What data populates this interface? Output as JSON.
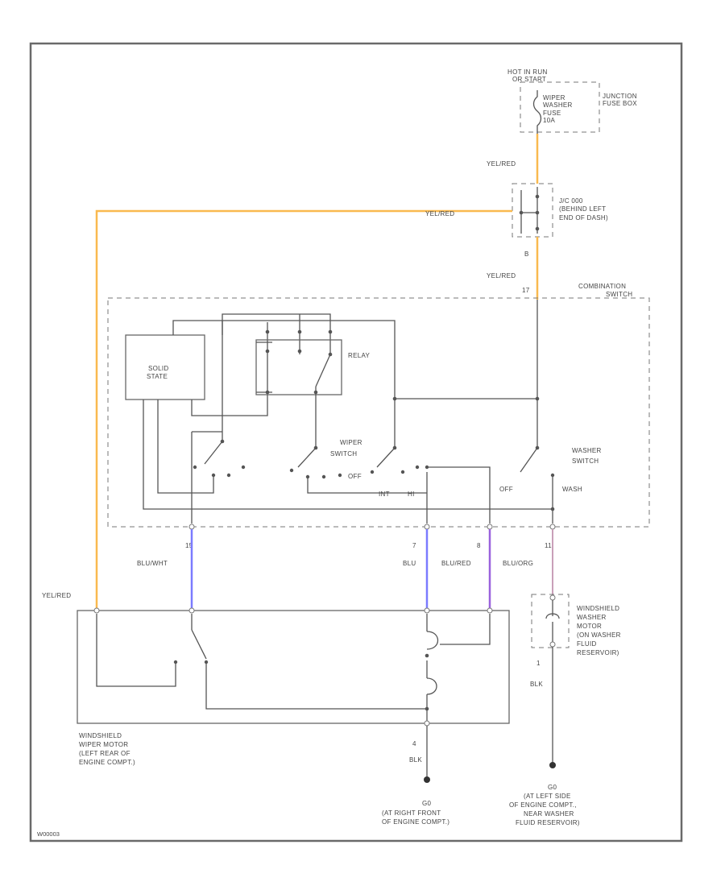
{
  "colors": {
    "yel_red": "#f9b94f",
    "blu_wht": "#7b7bff",
    "blu": "#7b7bff",
    "blu_red": "#9a62dd",
    "blu_org": "#c9a0b9",
    "frame": "#6a6a6a",
    "line": "#555555"
  },
  "labels": {
    "hot_in_run": [
      "HOT IN RUN",
      "OR START"
    ],
    "fuse": [
      "WIPER",
      "WASHER",
      "FUSE",
      "10A"
    ],
    "fuse_box": [
      "JUNCTION",
      "FUSE BOX"
    ],
    "jc_label": [
      "J/C 000",
      "(BEHIND LEFT",
      "END OF DASH)"
    ],
    "combination_switch": [
      "COMBINATION",
      "SWITCH"
    ],
    "solid_state": [
      "SOLID",
      "STATE"
    ],
    "relay": "RELAY",
    "wiper_switch": [
      "WIPER",
      "SWITCH"
    ],
    "washer_switch": [
      "WASHER",
      "SWITCH"
    ],
    "off_left": "OFF",
    "off_right": "OFF",
    "int": "INT",
    "hi": "HI",
    "wash": "WASH",
    "washer_motor": [
      "WINDSHIELD",
      "WASHER",
      "MOTOR",
      "(ON WASHER",
      "FLUID",
      "RESERVOIR)"
    ],
    "wiper_motor": [
      "WINDSHIELD",
      "WIPER MOTOR",
      "(LEFT REAR OF",
      "ENGINE COMPT.)"
    ],
    "ground_right_front": [
      "G0",
      "(AT RIGHT FRONT",
      "OF ENGINE COMPT.)"
    ],
    "ground_left_side": [
      "G0",
      "(AT LEFT SIDE",
      "OF ENGINE COMPT.,",
      "NEAR WASHER",
      "FLUID RESERVOIR)"
    ],
    "diagram_id": "W00003"
  },
  "wires": {
    "yel_red_top": "YEL/RED",
    "yel_red_jc": "YEL/RED",
    "yel_red_mid": "YEL/RED",
    "yel_red_motor": "YEL/RED",
    "blu_wht": "BLU/WHT",
    "blu": "BLU",
    "blu_red": "BLU/RED",
    "blu_org": "BLU/ORG",
    "blk_motor": "BLK",
    "blk_washer": "BLK"
  },
  "pins": {
    "jc_b": "B",
    "cs_top": "17",
    "cs_blu_wht": "15",
    "cs_blu": "7",
    "cs_blu_red": "8",
    "cs_blu_org": "11",
    "wm_gnd": "4",
    "washer_gnd": "1"
  }
}
